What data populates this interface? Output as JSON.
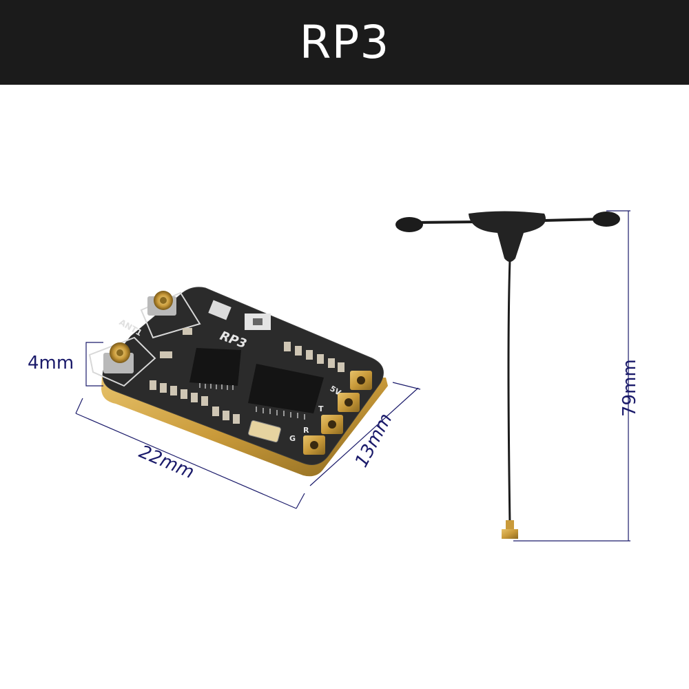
{
  "header": {
    "title": "RP3"
  },
  "product": {
    "board_silkscreen": "RP3",
    "pad_labels": [
      "5V",
      "T",
      "R",
      "G"
    ],
    "antenna_port_label": "ANT1"
  },
  "dimensions": {
    "height": "4mm",
    "length": "22mm",
    "width": "13mm",
    "antenna_length": "79mm"
  },
  "colors": {
    "header_bg": "#1b1b1b",
    "pcb": "#2a2a2a",
    "pcb_edge": "#b48a2c",
    "gold": "#c99a3a",
    "dimension_line": "#1a1a6a",
    "antenna": "#1c1c1c"
  }
}
